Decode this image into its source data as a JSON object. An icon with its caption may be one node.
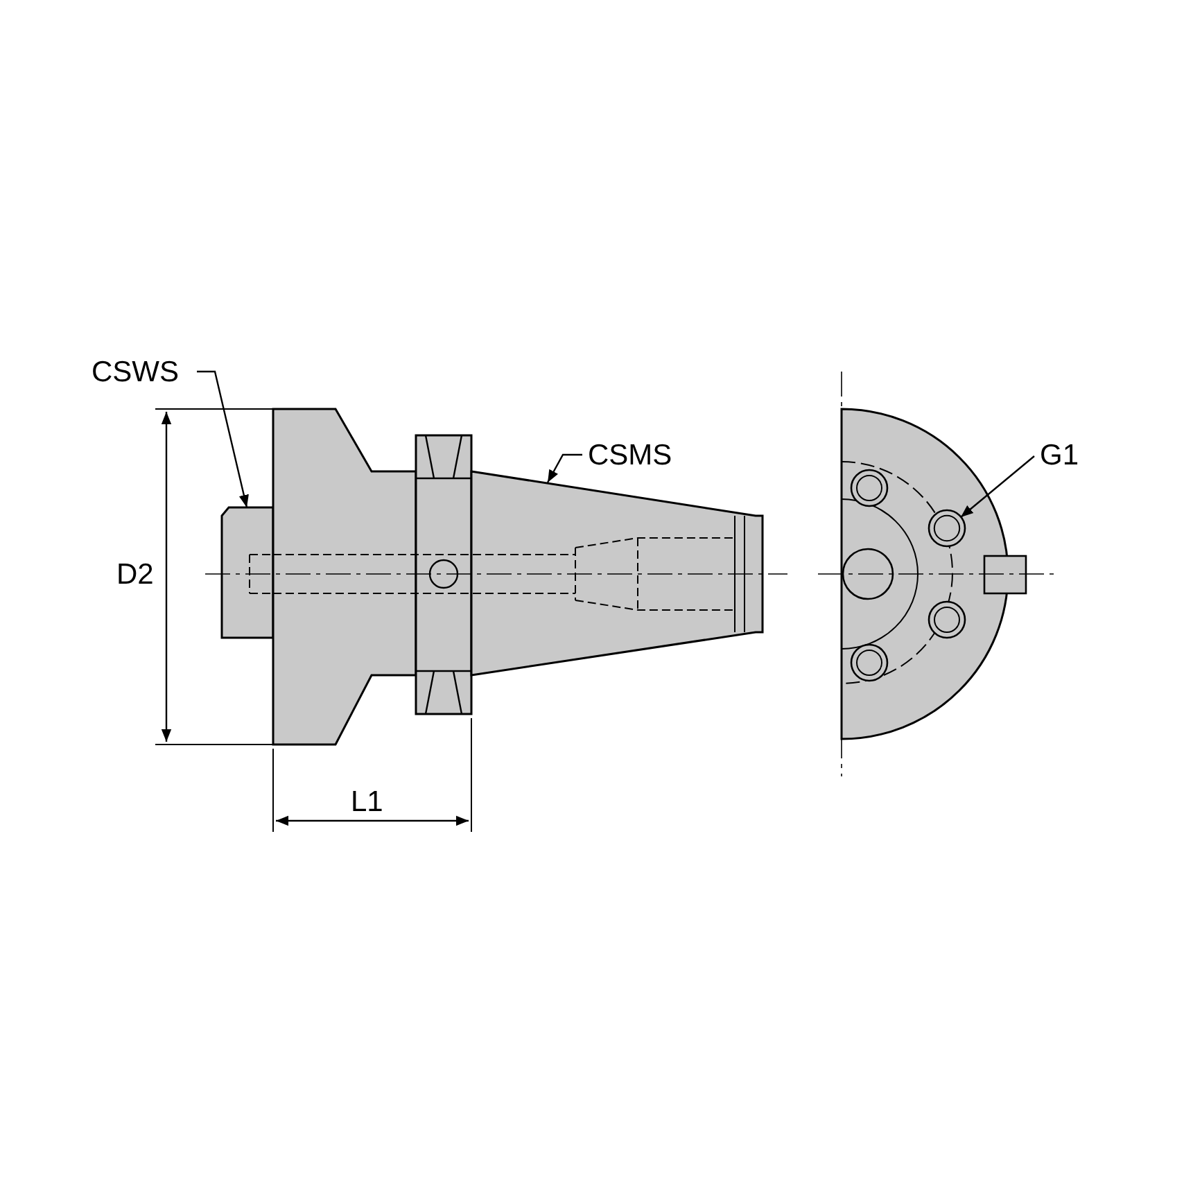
{
  "diagram": {
    "nodes": [
      {
        "text": [
          "CSWS"
        ]
      },
      {
        "text": [
          "CSMS"
        ]
      },
      {
        "text": [
          "G1"
        ]
      },
      {
        "text": [],
        "shape": "box"
      },
      {
        "text": [],
        "shape": "box"
      },
      {
        "text": [],
        "shape": "circle"
      }
    ],
    "edges": [
      {
        "from": 0,
        "to": 3,
        "arrow": "to"
      },
      {
        "from": 1,
        "to": 4,
        "arrow": "to"
      },
      {
        "from": 2,
        "to": 5,
        "arrow": "to"
      }
    ],
    "labels": [
      "D2",
      "L1"
    ]
  }
}
